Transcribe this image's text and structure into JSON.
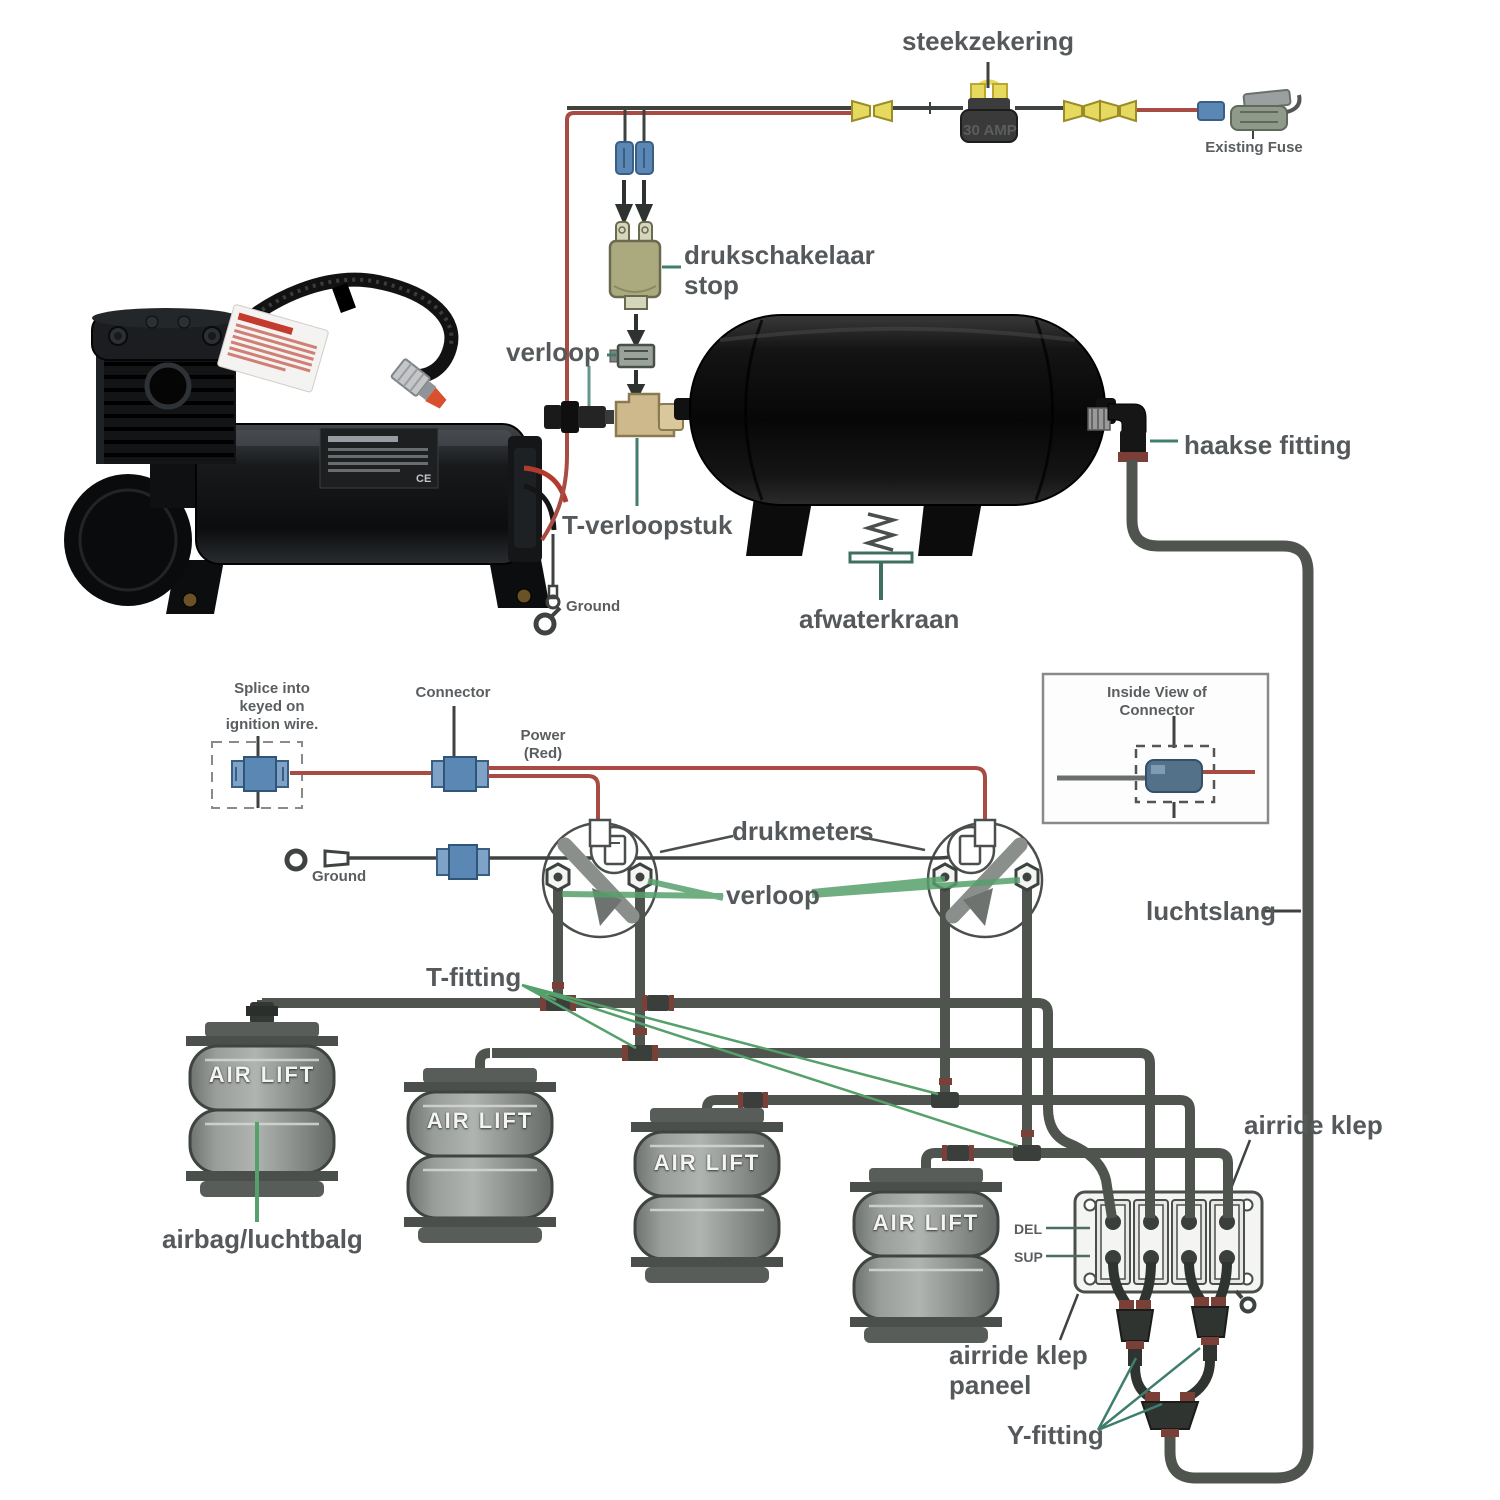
{
  "labels": {
    "steekzekering": "steekzekering",
    "amp": "30 AMP",
    "existing_fuse": "Existing Fuse",
    "drukschakelaar_line1": "drukschakelaar",
    "drukschakelaar_line2": "stop",
    "verloop_top": "verloop",
    "t_verloopstuk": "T-verloopstuk",
    "ground_top": "Ground",
    "afwaterkraan": "afwaterkraan",
    "haakse_fitting": "haakse fitting",
    "splice_line1": "Splice into",
    "splice_line2": "keyed on",
    "splice_line3": "ignition wire.",
    "connector": "Connector",
    "power_line1": "Power",
    "power_line2": "(Red)",
    "inside_view_line1": "Inside View of",
    "inside_view_line2": "Connector",
    "ground_bottom": "Ground",
    "drukmeters": "drukmeters",
    "verloop_bottom": "verloop",
    "luchtslang": "luchtslang",
    "t_fitting": "T-fitting",
    "air_lift": "AIR LIFT",
    "airbag_luchtbalg": "airbag/luchtbalg",
    "airride_klep": "airride klep",
    "del": "DEL",
    "sup": "SUP",
    "paneel_line1": "airride klep",
    "paneel_line2": "paneel",
    "y_fitting": "Y-fitting"
  },
  "colors": {
    "hose": "#50544f",
    "wire_dark": "#3e4340",
    "wire_red": "#a84b42",
    "pointer_green": "#55a06b",
    "pointer_teal": "#3f7d6e",
    "connector_blue": "#5b87b5",
    "connector_yellow": "#e6d95f",
    "fitting_tan": "#cdb98c",
    "switch_olive": "#abaa7e",
    "band_red": "#7a4038",
    "label_gray": "#55595b"
  }
}
